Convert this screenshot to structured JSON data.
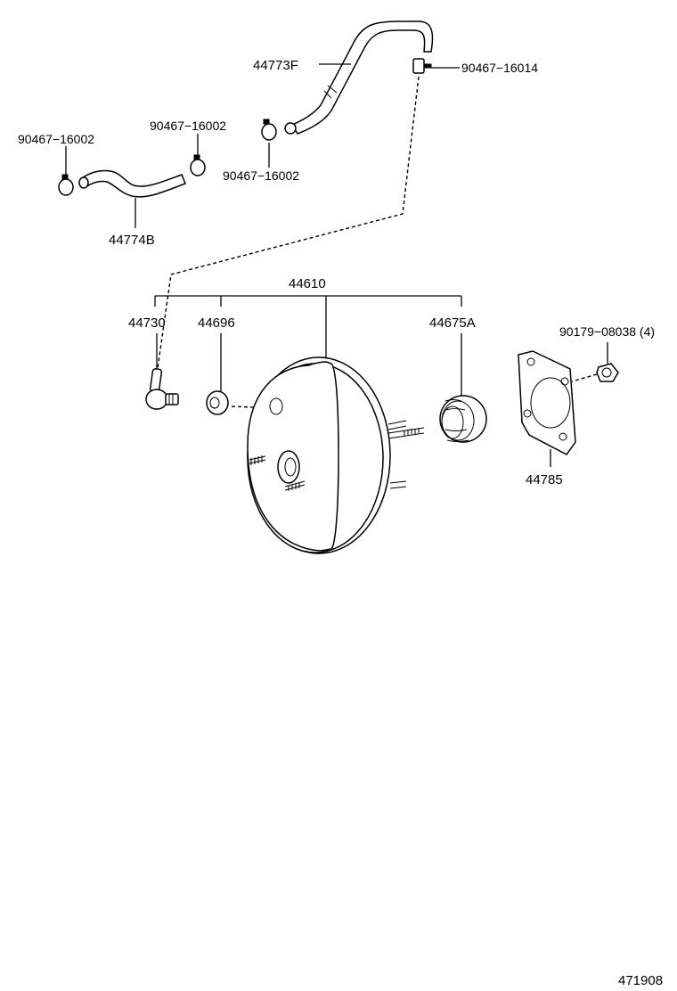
{
  "diagram": {
    "labels": {
      "hose_44773f": "44773F",
      "clip_90467_16014": "90467−16014",
      "clip_90467_16002_left": "90467−16002",
      "clip_90467_16002_mid": "90467−16002",
      "clip_90467_16002_upper": "90467−16002",
      "hose_44774b": "44774B",
      "booster_44610": "44610",
      "check_valve_44730": "44730",
      "grommet_44696": "44696",
      "boot_44675a": "44675A",
      "nut_90179_08038": "90179−08038 (4)",
      "gasket_44785": "44785",
      "figure_number": "471908"
    }
  }
}
